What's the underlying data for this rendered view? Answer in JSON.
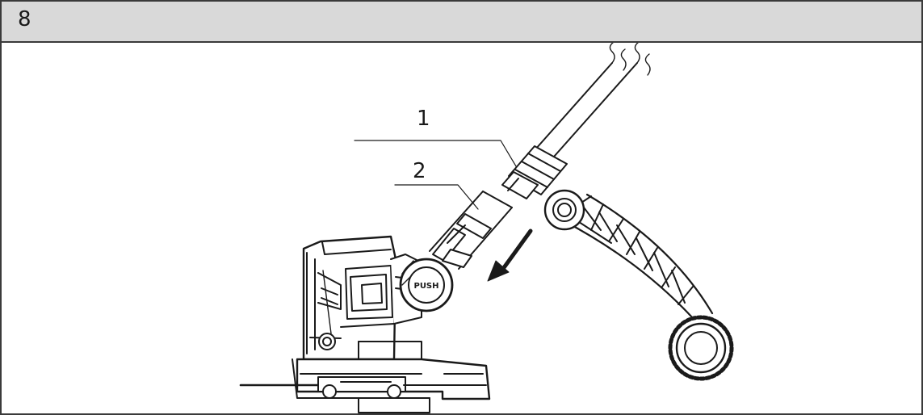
{
  "figure": {
    "number": "8"
  },
  "callouts": [
    {
      "label": "1"
    },
    {
      "label": "2"
    }
  ],
  "labels": {
    "push_button": "PUSH"
  },
  "colors": {
    "header_bg": "#d9d9d9",
    "line": "#1a1a1a",
    "frame": "#3a3a3a"
  }
}
